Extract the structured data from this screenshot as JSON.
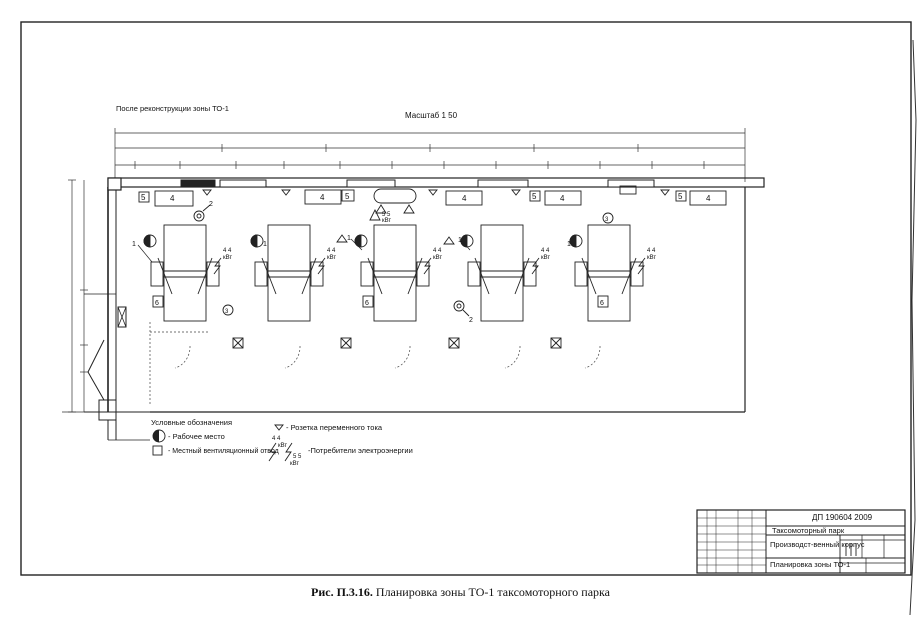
{
  "drawing": {
    "title_left": "После реконструкции зоны ТО-1",
    "scale": "Масштаб 1 50"
  },
  "posts": {
    "power_upper": "4 4",
    "power_unit": "кВт",
    "post_numbers": [
      "1",
      "1",
      "1",
      "1",
      "1"
    ],
    "label_four": "4",
    "label_five": "5",
    "label_six": "6",
    "marker_two": "2",
    "marker_three": "3",
    "compressor_power": "5 5",
    "compressor_unit": "кВт"
  },
  "legend": {
    "title": "Условные обозначения",
    "workplace": "- Рабочее место",
    "ventilation": "- Местный вентиляционный отвод",
    "socket": "- Розетка переменного тока",
    "consumers": "-Потребители электроэнергии",
    "power_top": "4 4",
    "power_top_unit": "кВт",
    "power_bottom": "5 5",
    "power_bottom_unit": "кВт"
  },
  "title_block": {
    "code": "ДП 190604 2009",
    "organization": "Таксомоторный парк",
    "building": "Производст-венный корпус",
    "sheet_title": "Планировка зоны ТО-1"
  },
  "caption": {
    "figure": "Рис. П.3.16.",
    "text": "Планировка зоны ТО-1 таксомоторного парка"
  }
}
